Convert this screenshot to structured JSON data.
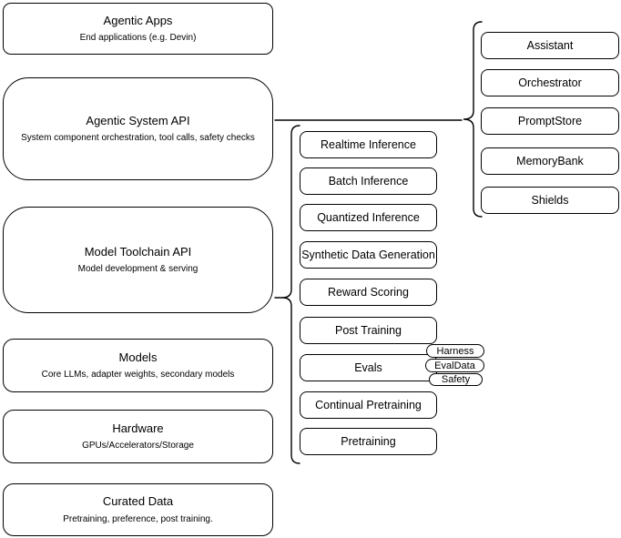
{
  "diagram": {
    "left_stack": [
      {
        "title": "Agentic Apps",
        "subtitle": "End applications (e.g. Devin)"
      },
      {
        "title": "Agentic System API",
        "subtitle": "System component orchestration, tool calls, safety checks"
      },
      {
        "title": "Model Toolchain API",
        "subtitle": "Model development & serving"
      },
      {
        "title": "Models",
        "subtitle": "Core LLMs, adapter weights, secondary models"
      },
      {
        "title": "Hardware",
        "subtitle": "GPUs/Accelerators/Storage"
      },
      {
        "title": "Curated Data",
        "subtitle": "Pretraining, preference, post training."
      }
    ],
    "toolchain_stack": [
      "Realtime Inference",
      "Batch Inference",
      "Quantized Inference",
      "Synthetic Data Generation",
      "Reward Scoring",
      "Post Training",
      "Evals",
      "Continual Pretraining",
      "Pretraining"
    ],
    "eval_tags": [
      "Harness",
      "EvalData",
      "Safety"
    ],
    "system_stack": [
      "Assistant",
      "Orchestrator",
      "PromptStore",
      "MemoryBank",
      "Shields"
    ],
    "colors": {
      "stroke": "#000000",
      "fill": "#ffffff",
      "background": "#ffffff",
      "text": "#000000"
    }
  }
}
